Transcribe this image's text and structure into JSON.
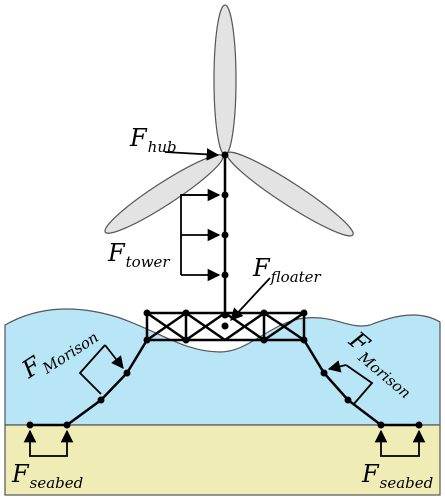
{
  "colors": {
    "water": "#b8e6f7",
    "seabed": "#efedb5",
    "blade": "#e3e3e3",
    "outline": "#555555",
    "line": "#000000"
  },
  "labels": {
    "hub": {
      "symbol": "F",
      "sub": "hub"
    },
    "tower": {
      "symbol": "F",
      "sub": "tower"
    },
    "floater": {
      "symbol": "F",
      "sub": "floater"
    },
    "morison_left": {
      "symbol": "F",
      "sub": "Morison"
    },
    "morison_right": {
      "symbol": "F",
      "sub": "Morison"
    },
    "seabed_left": {
      "symbol": "F",
      "sub": "seabed"
    },
    "seabed_right": {
      "symbol": "F",
      "sub": "seabed"
    }
  }
}
